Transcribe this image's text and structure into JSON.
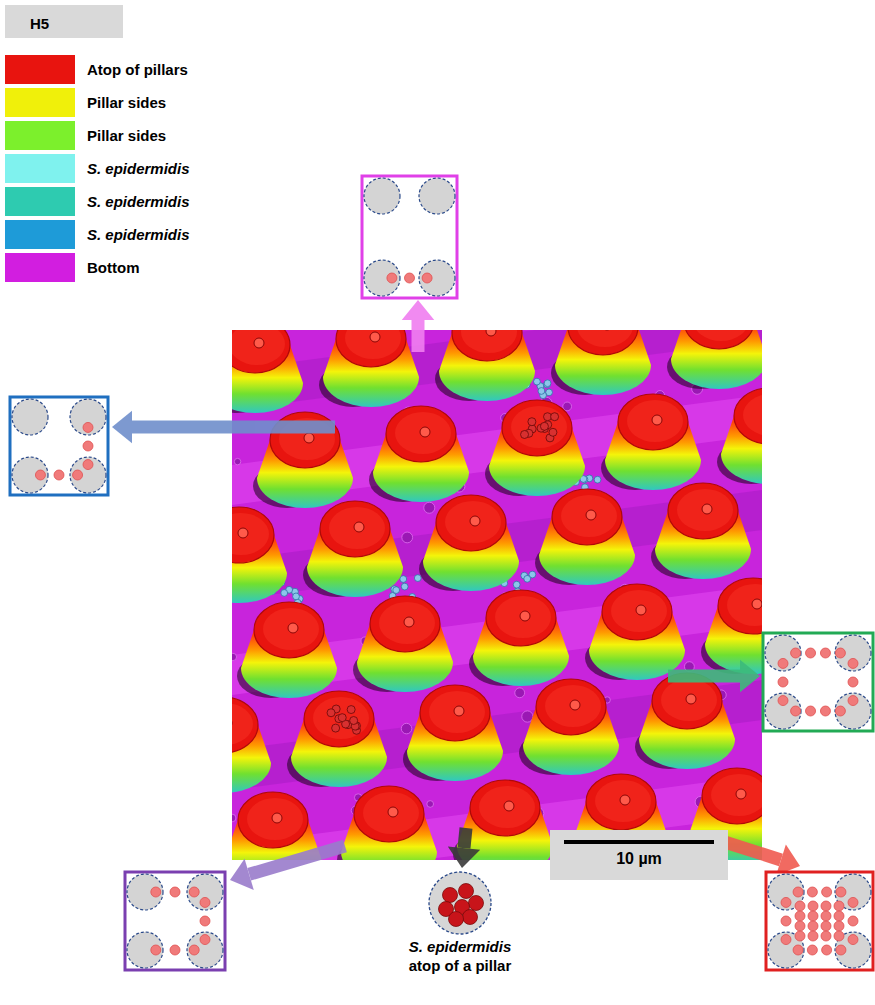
{
  "diagram": {
    "nodes": [
      {
        "text": [
          "H5"
        ]
      },
      {
        "text": [
          "10 µm"
        ]
      },
      {
        "text": [
          "S. epidermidis atop of a pillar"
        ]
      }
    ],
    "legend": [
      {
        "text": "Atop of pillars",
        "color": "#e8140f"
      },
      {
        "text": "Pillar sides",
        "color": "#f0f00a"
      },
      {
        "text": "Pillar sides",
        "color": "#7cf02c"
      },
      {
        "text": "S. epidermidis",
        "color": "#7ff2ee"
      },
      {
        "text": "S. epidermidis",
        "color": "#2ecbb0"
      },
      {
        "text": "S. epidermidis",
        "color": "#1e9bd8"
      },
      {
        "text": "Bottom",
        "color": "#d21ee0"
      }
    ]
  }
}
